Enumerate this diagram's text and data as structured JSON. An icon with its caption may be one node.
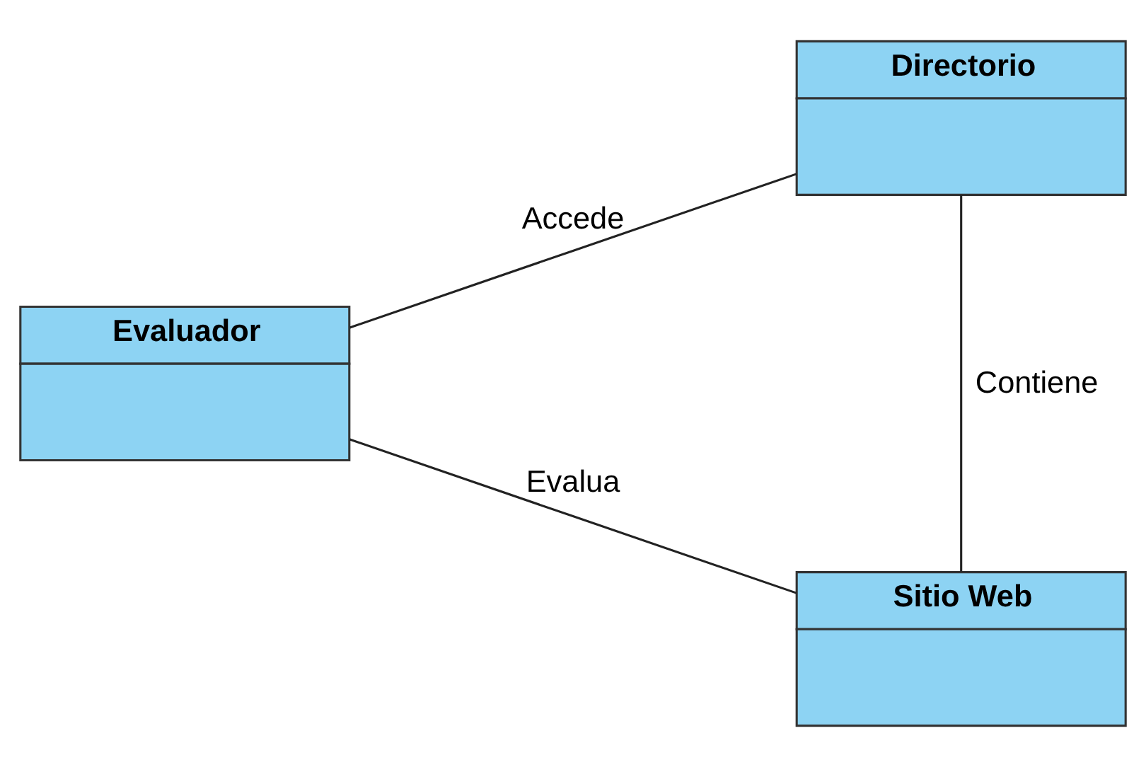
{
  "diagram": {
    "nodes": [
      {
        "text": [
          "Directorio"
        ]
      },
      {
        "text": [
          "Evaluador"
        ]
      },
      {
        "text": [
          "Sitio Web"
        ]
      }
    ],
    "edges": [
      {
        "from": 1,
        "to": 0,
        "arrow": "none",
        "label": "Accede"
      },
      {
        "from": 0,
        "to": 2,
        "arrow": "none",
        "label": "Contiene"
      },
      {
        "from": 1,
        "to": 2,
        "arrow": "none",
        "label": "Evalua"
      }
    ]
  }
}
